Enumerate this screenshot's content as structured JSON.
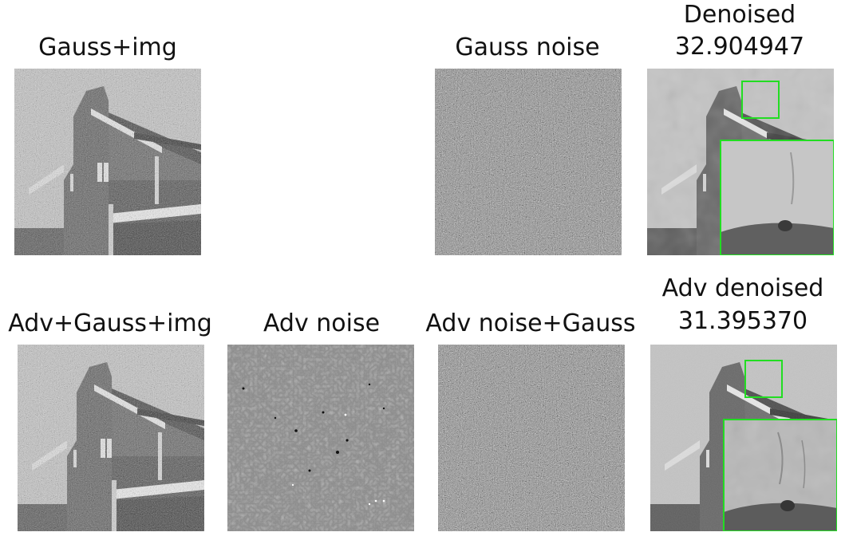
{
  "figure": {
    "row1": {
      "gauss_img_title": "Gauss+img",
      "gauss_noise_title": "Gauss noise",
      "denoised_title": "Denoised",
      "denoised_score": "32.904947"
    },
    "row2": {
      "adv_gauss_img_title": "Adv+Gauss+img",
      "adv_noise_title": "Adv noise",
      "adv_noise_gauss_title": "Adv noise+Gauss",
      "adv_denoised_title": "Adv denoised",
      "adv_denoised_score": "31.395370"
    },
    "colors": {
      "zoom_box": "#22dd22",
      "background": "#ffffff"
    }
  }
}
